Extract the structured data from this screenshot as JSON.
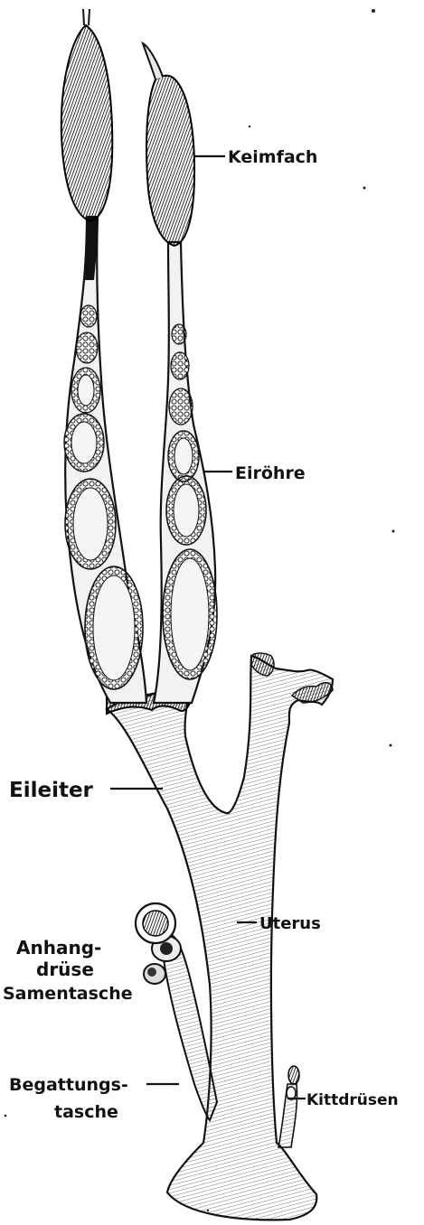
{
  "colors": {
    "ink": "#111111",
    "paper": "#ffffff",
    "tissue": "#f2f2f2"
  },
  "labels": {
    "keimfach": "Keimfach",
    "eirohre": "Eiröhre",
    "eileiter": "Eileiter",
    "uterus": "Uterus",
    "anhangdruse_line1": "Anhang-",
    "anhangdruse_line2": "drüse",
    "samentasche": "Samentasche",
    "begattungstasche_line1": "Begattungs-",
    "begattungstasche_line2": "tasche",
    "kittdrusen": "Kittdrüsen"
  }
}
